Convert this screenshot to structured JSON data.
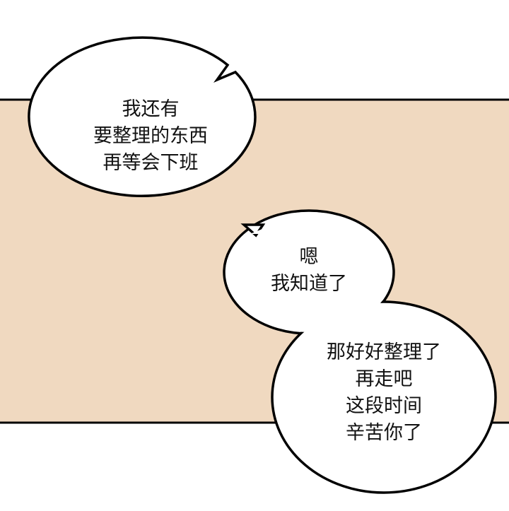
{
  "colors": {
    "panel_bg": "#f0d9c0",
    "bubble_fill": "#ffffff",
    "outline": "#000000"
  },
  "bubble1": {
    "lines": [
      "我还有",
      "要整理的东西",
      "再等会下班"
    ]
  },
  "bubble2": {
    "lines": [
      "嗯",
      "我知道了"
    ]
  },
  "bubble3": {
    "lines": [
      "那好好整理了",
      "再走吧",
      "这段时间",
      "辛苦你了"
    ]
  }
}
